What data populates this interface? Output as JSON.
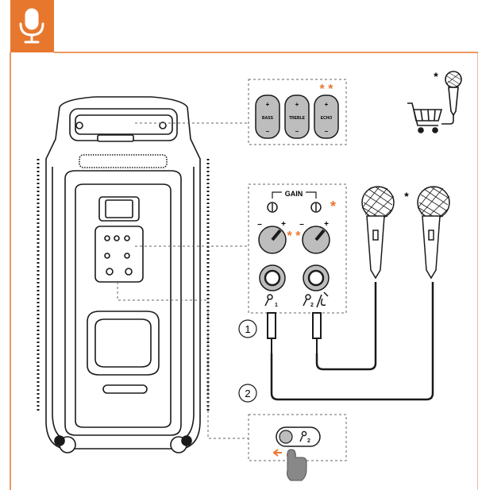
{
  "header": {
    "icon": "microphone-icon",
    "accent_color": "#E8772E"
  },
  "eq_panel": {
    "knobs": [
      {
        "label": "BASS",
        "plus": "+",
        "minus": "–"
      },
      {
        "label": "TREBLE",
        "plus": "+",
        "minus": "–"
      },
      {
        "label": "ECHO",
        "plus": "+",
        "minus": "–"
      }
    ],
    "echo_marker": "* *"
  },
  "gain_panel": {
    "title": "GAIN",
    "gain_marker": "*",
    "vol_marker": "* *",
    "plus": "+",
    "minus": "–"
  },
  "cart_marker": "*",
  "mic_marker": "*",
  "steps": [
    "1",
    "2"
  ],
  "colors": {
    "accent": "#E8772E",
    "line": "#1a1a1a",
    "knob_fill": "#bdbdbd",
    "dashed_line": "#666666"
  }
}
